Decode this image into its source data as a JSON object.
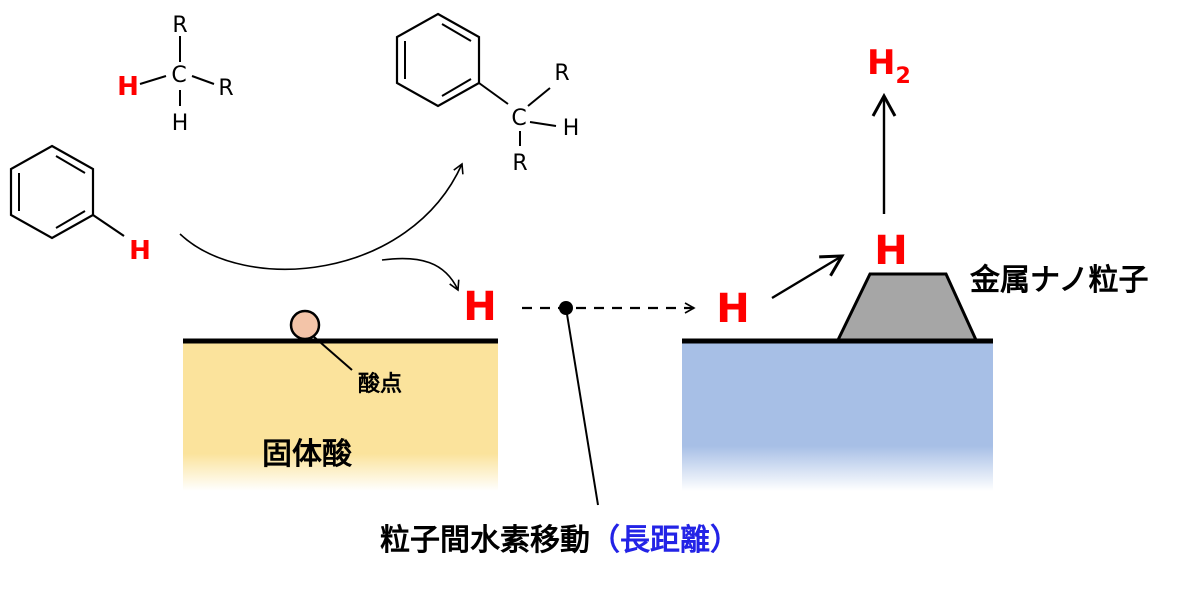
{
  "molecules": {
    "alkane": {
      "r_top": "R",
      "h_left": "H",
      "c": "C",
      "r_right": "R",
      "h_bottom": "H"
    },
    "benzene_h": "H",
    "product": {
      "r_top": "R",
      "c": "C",
      "h_right": "H",
      "r_bottom": "R"
    }
  },
  "hydrogen": {
    "on_acid": "H",
    "on_support": "H",
    "on_metal": "H"
  },
  "h2": {
    "symbol": "H",
    "subscript": "2"
  },
  "labels": {
    "acid_site": "酸点",
    "solid_acid": "固体酸",
    "metal_nanoparticle": "金属ナノ粒子",
    "spillover": "粒子間水素移動",
    "spillover_note": "（長距離）"
  },
  "colors": {
    "hydrogen_red": "#ff0000",
    "acid_fill": "#fbe39c",
    "support_fill": "#a7bfe6",
    "metal_fill": "#a6a6a6",
    "acid_site_fill": "#f3c4a8",
    "note_blue": "#2323e6"
  }
}
